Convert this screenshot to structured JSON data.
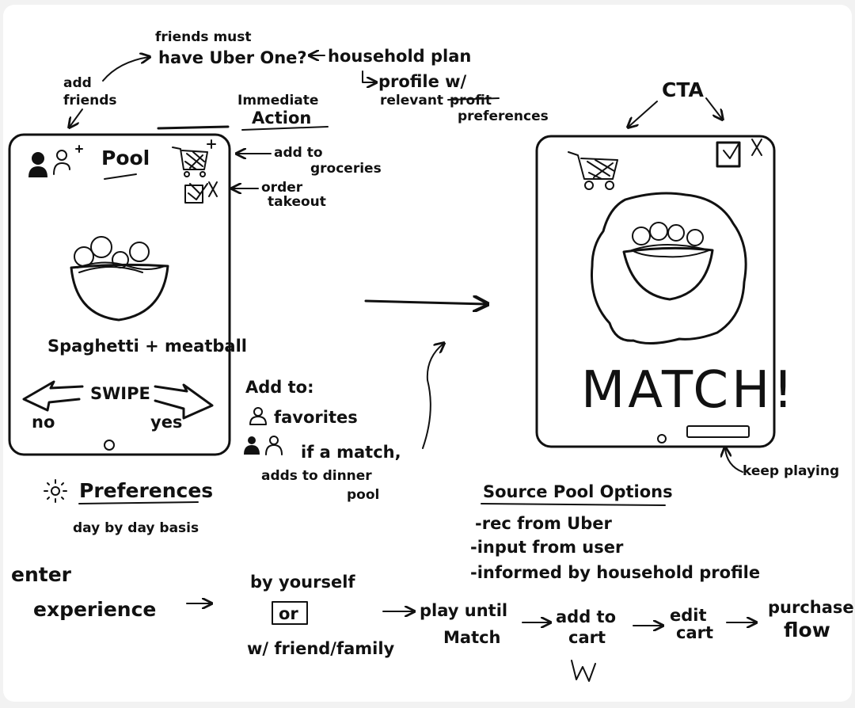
{
  "top_notes": {
    "friends_must": "friends must",
    "have_uber_one": "have Uber One?",
    "household_plan": "household plan",
    "profile_w": "profile w/",
    "relevant_prefs_a": "relevant",
    "relevant_prefs_strike": "profit",
    "relevant_prefs_b": "preferences",
    "add_friends_1": "add",
    "add_friends_2": "friends"
  },
  "immediate_action": {
    "line1": "Immediate",
    "line2": "Action",
    "add_to_groceries_1": "add to",
    "add_to_groceries_2": "groceries",
    "order_takeout_1": "order",
    "order_takeout_2": "takeout"
  },
  "left_phone": {
    "pool_label": "Pool",
    "dish_name": "Spaghetti + meatball",
    "swipe": "SWIPE",
    "no": "no",
    "yes": "yes"
  },
  "add_to": {
    "title": "Add to:",
    "favorites": "favorites",
    "match_line1": "if a match,",
    "match_line2": "adds to dinner",
    "match_line3": "pool"
  },
  "preferences": {
    "title": "Preferences",
    "subtitle": "day by day basis"
  },
  "cta": "CTA",
  "right_phone": {
    "match": "MATCH!",
    "keep_playing": "keep playing"
  },
  "source_pool": {
    "title": "Source Pool Options",
    "items": [
      "-rec from Uber",
      "-input from user",
      "-informed by household profile"
    ]
  },
  "flow": {
    "enter_1": "enter",
    "enter_2": "experience",
    "by_yourself": "by yourself",
    "or": "or",
    "with_friend": "w/ friend/family",
    "play_until_1": "play until",
    "play_until_2": "Match",
    "add_to_cart_1": "add to",
    "add_to_cart_2": "cart",
    "edit_cart_1": "edit",
    "edit_cart_2": "cart",
    "purchase_1": "purchase",
    "purchase_2": "flow"
  }
}
